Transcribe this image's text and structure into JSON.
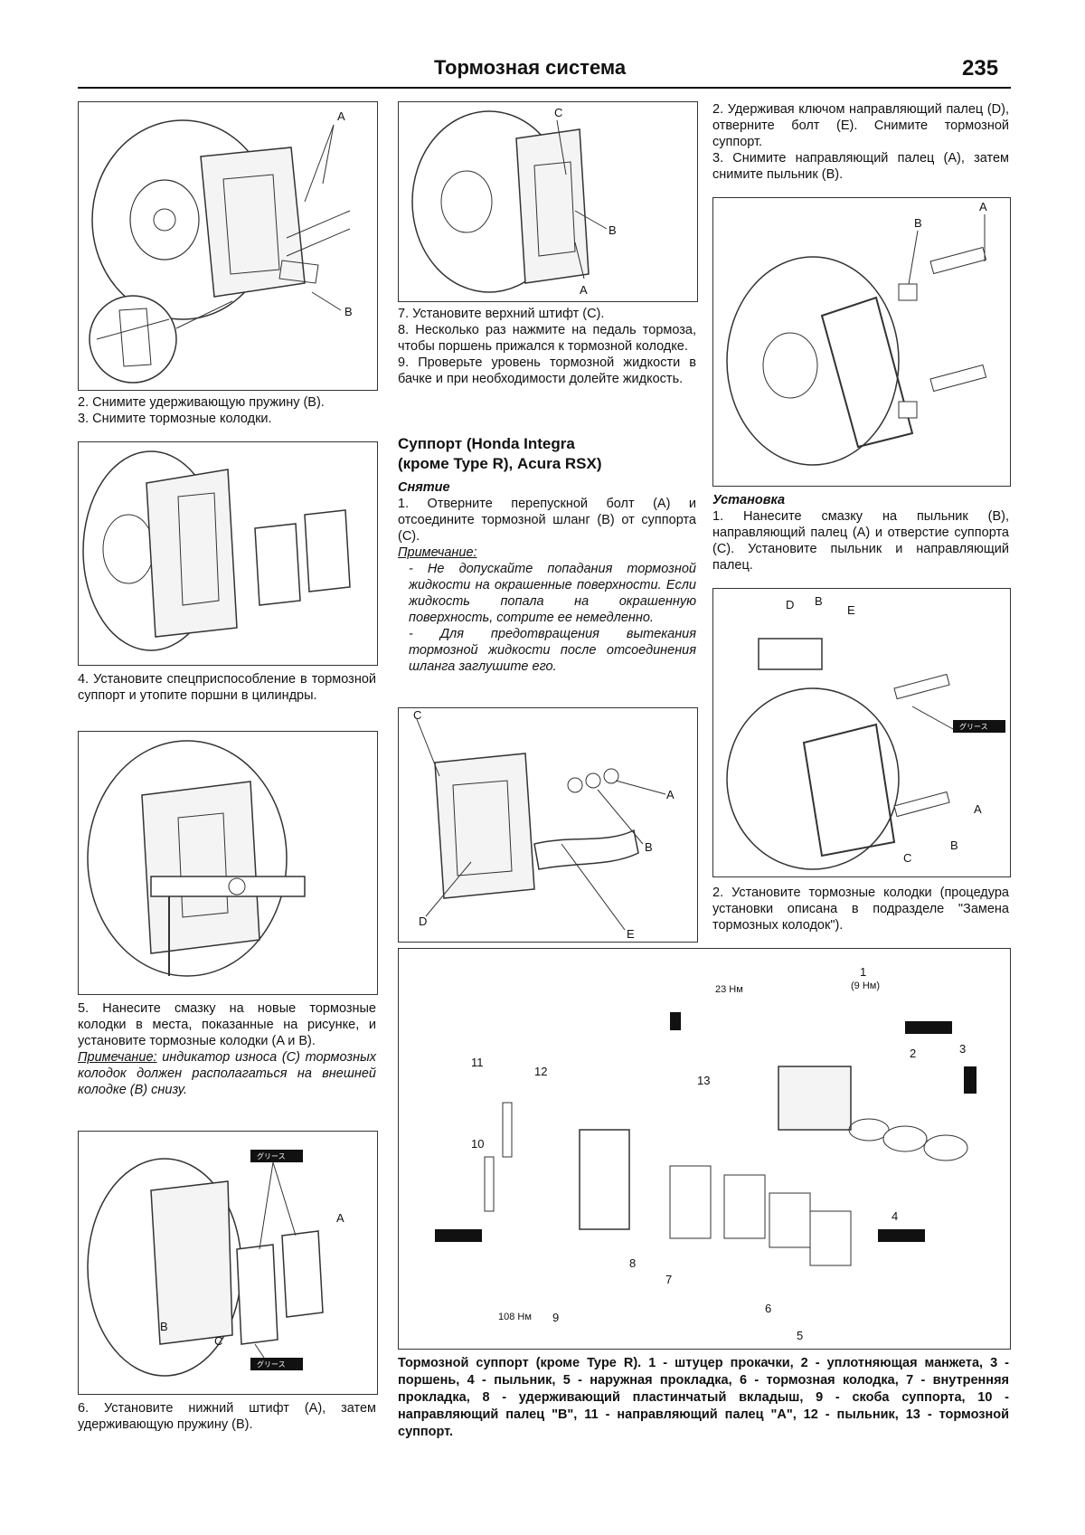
{
  "header": {
    "title": "Тормозная система",
    "page_number": "235"
  },
  "col1": {
    "fig1_labels": {
      "a": "A",
      "b": "B"
    },
    "step2": "2. Снимите удерживающую пружину (B).",
    "step3": "3. Снимите тормозные колодки.",
    "step4": "4. Установите спецприспособление в тормозной суппорт и утопите поршни в цилиндры.",
    "step5": "5. Нанесите смазку на новые тормозные колодки в места, показанные на рисунке, и установите тормозные колодки (A и B).",
    "note_label": "Примечание:",
    "note_text": "индикатор износа (С) тормозных колодок должен располагаться на внешней колодке (B) снизу.",
    "fig4_labels": {
      "a": "A",
      "b": "B",
      "c": "C"
    },
    "grease_tag": "グリース",
    "step6": "6. Установите нижний штифт (A), затем удерживающую пружину (B)."
  },
  "col2": {
    "fig_labels": {
      "a": "A",
      "b": "B",
      "c": "C"
    },
    "step7": "7. Установите верхний штифт (С).",
    "step8": "8. Несколько раз нажмите на педаль тормоза, чтобы поршень прижался к тормозной колодке.",
    "step9": "9. Проверьте уровень тормозной жидкости в бачке и при необходимости долейте жидкость.",
    "section_title_1": "Суппорт (Honda Integra",
    "section_title_2": "(кроме Type R), Acura RSX)",
    "removal_title": "Снятие",
    "removal_step1": "1. Отверните перепускной болт (A) и отсоедините тормозной шланг (B) от суппорта (C).",
    "note_label": "Примечание:",
    "note_line1": "- Не допускайте попадания тормозной жидкости на окрашенные поверхности. Если жидкость попала на окрашенную поверхность, сотрите ее немедленно.",
    "note_line2": "- Для предотвращения вытекания тормозной жидкости после отсоединения шланга заглушите его.",
    "fig2_labels": {
      "a": "A",
      "b": "B",
      "c": "C",
      "d": "D",
      "e": "E"
    }
  },
  "col3": {
    "step2": "2. Удерживая ключом направляющий палец (D), отверните болт (E). Снимите тормозной суппорт.",
    "step3": "3. Снимите направляющий палец (A), затем снимите пыльник (B).",
    "fig1_labels": {
      "a": "A",
      "b": "B"
    },
    "install_title": "Установка",
    "install_step1": "1. Нанесите смазку на пыльник (B), направляющий палец (A) и отверстие суппорта (С). Установите пыльник и направляющий палец.",
    "fig2_labels": {
      "a": "A",
      "b": "B",
      "c": "C",
      "d": "D",
      "e": "E"
    },
    "install_step2": "2. Установите тормозные колодки (процедура установки описана в подразделе \"Замена тормозных колодок\")."
  },
  "exploded": {
    "torque_23": "23 Нм",
    "torque_9": "(9 Нм)",
    "torque_108": "108 Нм",
    "parts": [
      "1",
      "2",
      "3",
      "4",
      "5",
      "6",
      "7",
      "8",
      "9",
      "10",
      "11",
      "12",
      "13"
    ],
    "caption": "Тормозной суппорт (кроме Type R). 1 - штуцер прокачки, 2 - уплотняющая манжета, 3 - поршень, 4 - пыльник, 5 - наружная прокладка, 6 - тормозная колодка, 7 - внутренняя прокладка, 8 - удерживающий пластинчатый вкладыш, 9 - скоба суппорта, 10 - направляющий палец \"B\", 11 - направляющий палец \"A\", 12 - пыльник, 13 - тормозной суппорт."
  }
}
